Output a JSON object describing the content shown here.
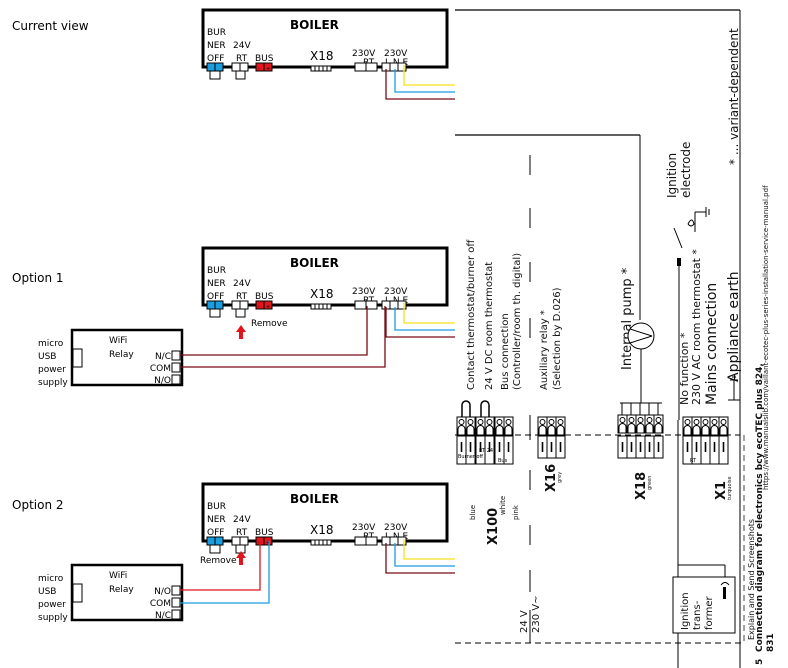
{
  "colors": {
    "burner_off_terminal": "#1a9ee0",
    "bus_terminal": "#e0161c",
    "wire_live": "#7a0a16",
    "wire_neutral": "#1a9ee0",
    "wire_earth": "#f5e11a",
    "wire_bus_minus": "#e0161c",
    "arrow": "#e0161c"
  },
  "sections": [
    {
      "title": "Current view"
    },
    {
      "title": "Option 1"
    },
    {
      "title": "Option 2"
    }
  ],
  "boiler": {
    "title": "BOILER",
    "burner_off_label": [
      "BUR",
      "NER",
      "OFF"
    ],
    "rt24_label": [
      "24V",
      "RT"
    ],
    "bus_label": "BUS",
    "bus_minus": "-",
    "bus_plus": "+",
    "x18_label": "X18",
    "rt230_label": [
      "230V",
      "RT"
    ],
    "mains_label": [
      "230V",
      "L N E"
    ]
  },
  "remove_label": "Remove",
  "relay": {
    "title": [
      "WiFi",
      "Relay"
    ],
    "power_label": [
      "micro",
      "USB",
      "power",
      "supply"
    ],
    "option1_terminals": [
      "N/C",
      "COM",
      "N/O"
    ],
    "option2_terminals": [
      "N/O",
      "COM",
      "N/C"
    ]
  },
  "manual": {
    "footnote": "* ... variant-dependent",
    "ignition_electrode": [
      "Ignition",
      "electrode"
    ],
    "ignition_transformer": [
      "Ignition",
      "trans-",
      "former"
    ],
    "x100_labels": [
      "Contact thermostat/burner off",
      "24 V DC room thermostat",
      "Bus connection",
      "(Controller/room th. digital)"
    ],
    "x100_terminal_labels": [
      "Burner off",
      "RT 24",
      "Bus"
    ],
    "x100_name": "X100",
    "x100_colors": [
      "blue",
      "white",
      "pink"
    ],
    "x16_labels": [
      "Auxiliary relay *",
      "(Selection by D.026)"
    ],
    "x16_name": "X16",
    "x16_color": "grey",
    "x18_label": "Internal pump *",
    "x18_name": "X18",
    "x18_color": "green",
    "x1_labels": [
      "No function *",
      "230 V AC room thermostat *",
      "Mains connection",
      "Appliance earth"
    ],
    "x1_name": "X1",
    "x1_color": "turquoise",
    "x1_terminal_labels": [
      "RT",
      "L",
      "N"
    ],
    "lne": [
      "L",
      "N"
    ],
    "voltage_labels": [
      "24 V",
      "230 V~"
    ],
    "caption_number": "5",
    "caption": "Connection diagram for electronics bcy ecoTEC plus 824, 831",
    "caption_line1": "Connection diagram for electronics bcy ecoTEC plus 824,",
    "caption_line2": "831",
    "watermark": "Explain and Send Screenshots",
    "watermark2": "https://www.manualslib.com/vaillant-ecotec-plus-series-installation-service-manual.pdf"
  }
}
